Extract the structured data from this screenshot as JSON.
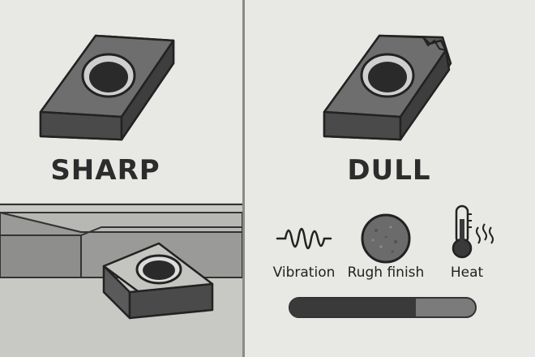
{
  "sharp": {
    "title": "SHARP"
  },
  "dull": {
    "title": "DULL"
  },
  "indicators": [
    {
      "label": "Vibration",
      "icon": "vibration-wave-icon"
    },
    {
      "label": "Rugh finish",
      "icon": "rough-surface-icon"
    },
    {
      "label": "Heat",
      "icon": "thermometer-heat-icon"
    }
  ],
  "wear_level": 0.68,
  "colors": {
    "background": "#e8e8e4",
    "dark": "#3a3a3a",
    "mid": "#7b7b7b"
  }
}
